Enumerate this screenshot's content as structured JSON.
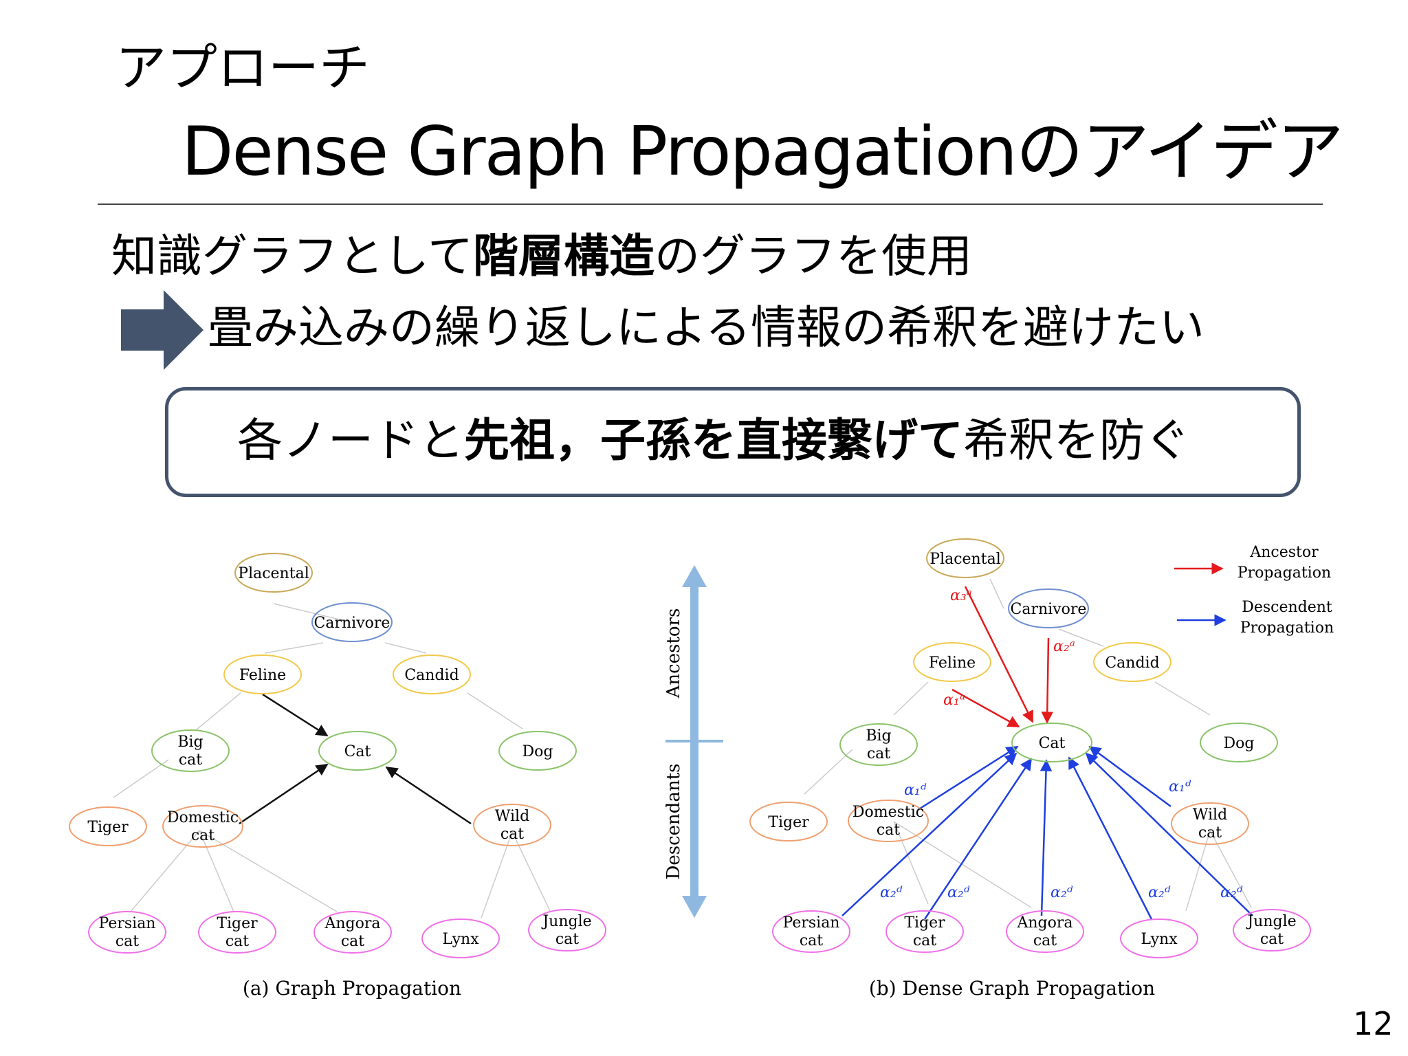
{
  "slide": {
    "subtitle": "アプローチ",
    "title": "Dense Graph Propagationのアイデア",
    "line1_pre": "知識グラフとして",
    "line1_bold": "階層構造",
    "line1_post": "のグラフを使用",
    "line2": "畳み込みの繰り返しによる情報の希釈を避けたい",
    "callout_pre": "各ノードと",
    "callout_bold": "先祖，子孫を直接繋げて",
    "callout_post": "希釈を防ぐ",
    "page_number": "12",
    "accent_color": "#45546d"
  },
  "figure": {
    "caption_a": "(a) Graph Propagation",
    "caption_b": "(b) Dense Graph Propagation",
    "axis_ancestors": "Ancestors",
    "axis_descendants": "Descendants",
    "legend_ancestor": [
      "Ancestor",
      "Propagation"
    ],
    "legend_descendent": [
      "Descendent",
      "Propagation"
    ],
    "colors": {
      "ancestor_edge": "#e41a1c",
      "descendant_edge": "#1f3fe0",
      "level0": "#c9a95a",
      "level1": "#6f8fd0",
      "level2": "#f2c94c",
      "level3": "#8bc36a",
      "level4": "#f0a070",
      "level5": "#f070e8",
      "axis": "#8fb8e0"
    },
    "nodes": {
      "placental": [
        "Placental"
      ],
      "carnivore": [
        "Carnivore"
      ],
      "feline": [
        "Feline"
      ],
      "candid": [
        "Candid"
      ],
      "bigcat": [
        "Big",
        "cat"
      ],
      "cat": [
        "Cat"
      ],
      "dog": [
        "Dog"
      ],
      "tiger": [
        "Tiger"
      ],
      "domestic": [
        "Domestic",
        "cat"
      ],
      "wildcat": [
        "Wild",
        "cat"
      ],
      "persian": [
        "Persian",
        "cat"
      ],
      "tigercat": [
        "Tiger",
        "cat"
      ],
      "angora": [
        "Angora",
        "cat"
      ],
      "lynx": [
        "Lynx"
      ],
      "jungle": [
        "Jungle",
        "cat"
      ]
    },
    "weights": {
      "a3a": "α₃ᵃ",
      "a2a": "α₂ᵃ",
      "a1a": "α₁ᵃ",
      "a1d": "α₁ᵈ",
      "a2d": "α₂ᵈ"
    }
  }
}
